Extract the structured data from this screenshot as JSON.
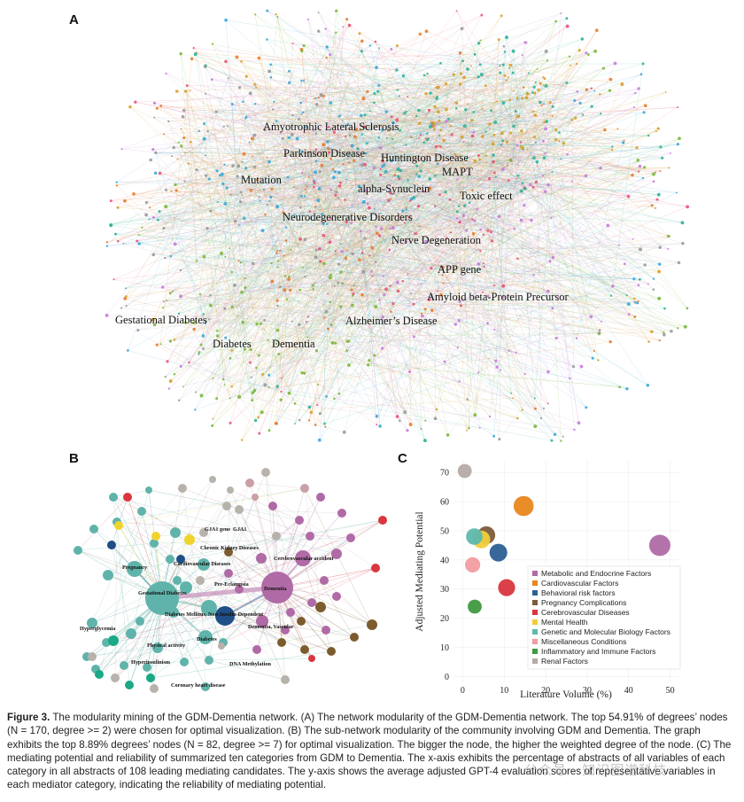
{
  "panels": {
    "a": "A",
    "b": "B",
    "c": "C"
  },
  "network_a": {
    "labels": [
      {
        "text": "Amyotrophic Lateral Sclerosis"
      },
      {
        "text": "Parkinson Disease"
      },
      {
        "text": "Huntington Disease"
      },
      {
        "text": "MAPT"
      },
      {
        "text": "Mutation"
      },
      {
        "text": "alpha-Synuclein"
      },
      {
        "text": "Toxic effect"
      },
      {
        "text": "Neurodegenerative Disorders"
      },
      {
        "text": "Nerve Degeneration"
      },
      {
        "text": "APP gene"
      },
      {
        "text": "Amyloid beta-Protein Precursor"
      },
      {
        "text": "Gestational Diabetes"
      },
      {
        "text": "Alzheimer’s Disease"
      },
      {
        "text": "Diabetes"
      },
      {
        "text": "Dementia"
      }
    ],
    "colors": [
      "#c77ddb",
      "#e87d2f",
      "#3aa8d8",
      "#9a9a9a",
      "#7ab83a",
      "#2eb39a",
      "#e8557a",
      "#d8a02e"
    ]
  },
  "network_b": {
    "labels": [
      "GJA1 gene",
      "GJA1",
      "Chronic Kidney Diseases",
      "Pregnancy",
      "Cardiovascular Diseases",
      "Cerebrovascular accident",
      "Pre-Eclampsia",
      "Dementia",
      "Gestational Diabetes",
      "Diabetes Mellitus, Non-Insulin-Dependent",
      "Hyperglycemia",
      "Dementia, Vascular",
      "Diabetes",
      "Physical activity",
      "Hyperinsulinism",
      "DNA Methylation",
      "Coronary heart disease"
    ]
  },
  "chart_data": {
    "type": "scatter",
    "xlabel": "Literature Volume (%)",
    "ylabel": "Adjusted Mediating Potential",
    "xlim": [
      -2,
      52
    ],
    "ylim": [
      -2,
      74
    ],
    "xticks": [
      0,
      10,
      20,
      30,
      40,
      50
    ],
    "yticks": [
      0,
      10,
      20,
      30,
      40,
      50,
      60,
      70
    ],
    "legend_position": "bottom-right",
    "series": [
      {
        "name": "Metabolic and Endocrine Factors",
        "color": "#b06aa6",
        "x": 47.5,
        "y": 45,
        "size": 1.0
      },
      {
        "name": "Cardiovascular Factors",
        "color": "#e8871e",
        "x": 14.7,
        "y": 58.5,
        "size": 0.9
      },
      {
        "name": "Behavioral risk factors",
        "color": "#2d5f95",
        "x": 8.6,
        "y": 42.5,
        "size": 0.72
      },
      {
        "name": "Pregnancy Complications",
        "color": "#7c5c3c",
        "x": 5.7,
        "y": 48.5,
        "size": 0.72
      },
      {
        "name": "Cerebrovascular Diseases",
        "color": "#d9363e",
        "x": 10.6,
        "y": 30.5,
        "size": 0.66
      },
      {
        "name": "Mental Health",
        "color": "#f0cd3c",
        "x": 4.5,
        "y": 47,
        "size": 0.72
      },
      {
        "name": "Genetic and Molecular Biology Factors",
        "color": "#5fb8ad",
        "x": 2.8,
        "y": 48,
        "size": 0.62
      },
      {
        "name": "Miscellaneous Conditions",
        "color": "#f19ca2",
        "x": 2.4,
        "y": 38.3,
        "size": 0.52
      },
      {
        "name": "Inflammatory and Immune Factors",
        "color": "#3f9a3f",
        "x": 2.9,
        "y": 24,
        "size": 0.42
      },
      {
        "name": "Renal Factors",
        "color": "#b5aaa4",
        "x": 0.5,
        "y": 70.5,
        "size": 0.42
      }
    ]
  },
  "caption": {
    "label": "Figure 3.",
    "text": " The modularity mining of the GDM-Dementia network. (A) The network modularity of the GDM-Dementia network. The top 54.91% of degrees’ nodes (N = 170, degree >= 2) were chosen for optimal visualization. (B) The sub-network modularity of the community involving GDM and Dementia. The graph exhibits the top 8.89% degrees’ nodes (N = 82, degree >= 7) for optimal visualization. The bigger the node, the higher the weighted degree of the node. (C) The mediating potential and reliability of summarized ten categories from GDM to Dementia. The x-axis exhibits the percentage of abstracts of all variables of each category in all abstracts of 108 leading mediating candidates. The y-axis shows the average adjusted GPT-4 evaluation scores of representative variables in each mediator category, indicating the reliability of mediating potential."
  },
  "watermark": "公众号 · 知识图谱科技"
}
